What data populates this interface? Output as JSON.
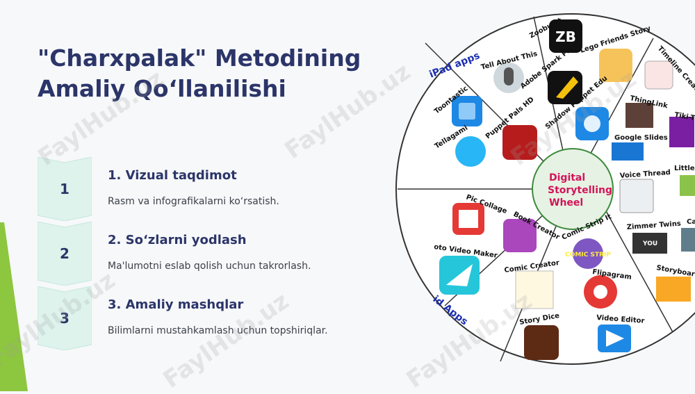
{
  "slide": {
    "title_line1": "\"Charxpalak\" Metodining",
    "title_line2": "Amaliy Qo‘llanilishi"
  },
  "steps": [
    {
      "number": "1",
      "title": "1. Vizual taqdimot",
      "desc": "Rasm va infografikalarni ko‘rsatish."
    },
    {
      "number": "2",
      "title": "2. So‘zlarni yodlash",
      "desc": "Ma'lumotni eslab qolish uchun takrorlash."
    },
    {
      "number": "3",
      "title": "3. Amaliy mashqlar",
      "desc": "Bilimlarni mustahkamlash uchun topshiriqlar."
    }
  ],
  "wheel": {
    "center": [
      "Digital",
      "Storytelling",
      "Wheel"
    ],
    "section_ipad": "iPad apps",
    "section_android": "id Apps",
    "apps": [
      "Zooburst",
      "Tell About This",
      "Lego Friends Story",
      "Timeline Creator",
      "Toontastic",
      "Adobe Spark Page",
      "Puppet Pals HD",
      "Shadow Puppet Edu",
      "ThingLink",
      "Tiki-T",
      "Tellagami",
      "Google Slides",
      "Voice Thread",
      "Little B",
      "Pic Collage",
      "Book Creator",
      "Comic Strip It",
      "Zimmer Twins",
      "Ca",
      "oto Video Maker",
      "Comic Creator",
      "Flipagram",
      "Storyboard That",
      "Story Dice",
      "Video Editor"
    ],
    "icon_text": {
      "zb": "ZB",
      "comic": "COMIC STRIP",
      "you": "YOU"
    }
  },
  "watermark": "FaylHub.uz",
  "colors": {
    "title": "#2b3569",
    "chevron": "#def3ec",
    "center_text": "#d4145a",
    "green": "#8dc63f"
  }
}
